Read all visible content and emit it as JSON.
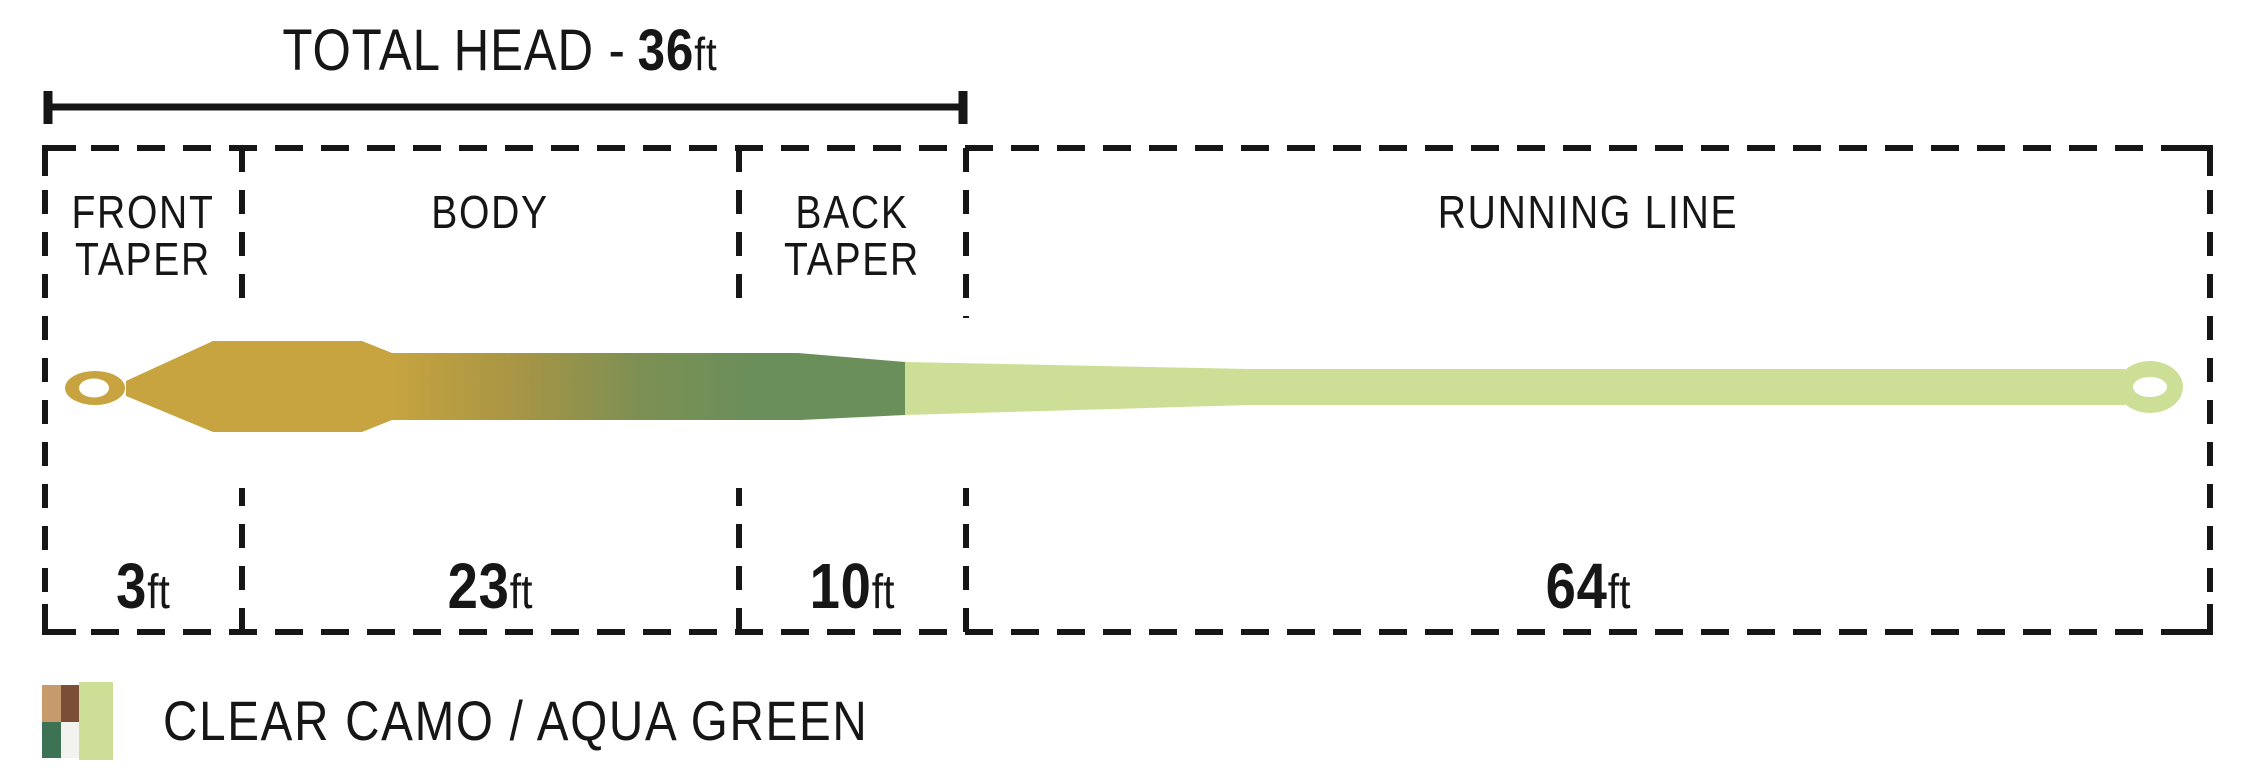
{
  "title": {
    "prefix": "TOTAL HEAD -",
    "value": "36",
    "unit": "ft"
  },
  "sections": [
    {
      "label1": "FRONT",
      "label2": "TAPER",
      "length": "3",
      "unit": "ft"
    },
    {
      "label1": "BODY",
      "label2": "",
      "length": "23",
      "unit": "ft"
    },
    {
      "label1": "BACK",
      "label2": "TAPER",
      "length": "10",
      "unit": "ft"
    },
    {
      "label1": "RUNNING LINE",
      "label2": "",
      "length": "64",
      "unit": "ft"
    }
  ],
  "legend": {
    "label": "CLEAR CAMO / AQUA GREEN"
  },
  "colors": {
    "ink": "#161616",
    "gold": "#C7A43F",
    "olive": "#A89545",
    "green_mid": "#7C9053",
    "green": "#6B8F5A",
    "running": "#CDDF96",
    "swatch_tan": "#C69A6B",
    "swatch_brown": "#7A4E37",
    "swatch_dark_green": "#3E7254",
    "swatch_clear": "#F2F2EF",
    "swatch_light_green": "#CDDF96",
    "background": "#FFFFFF"
  }
}
